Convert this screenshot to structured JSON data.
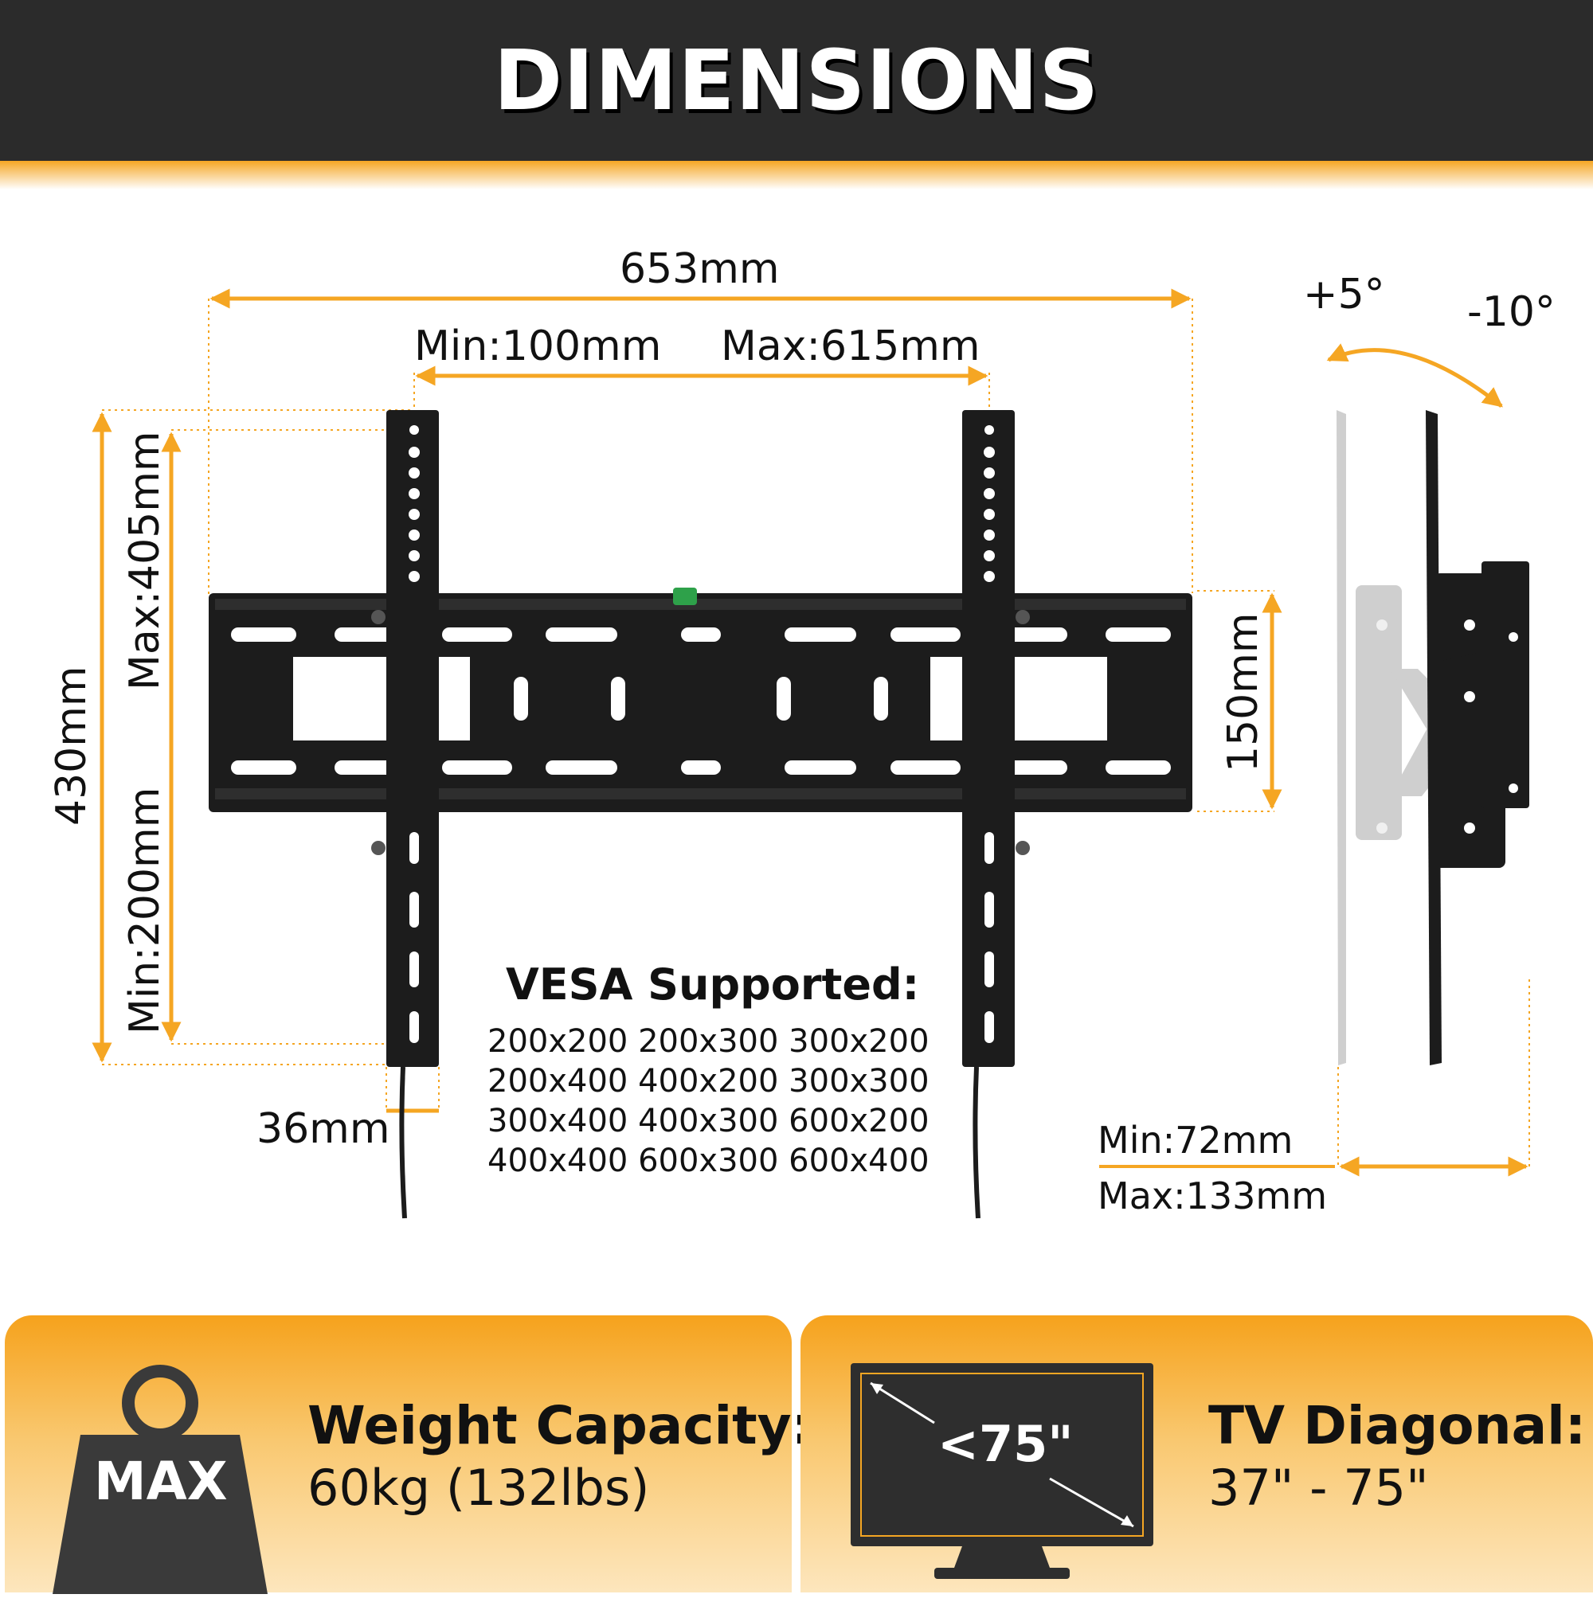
{
  "header": {
    "title": "DIMENSIONS"
  },
  "dimensions": {
    "overall_width": "653mm",
    "spacing_min": "Min:100mm",
    "spacing_max": "Max:615mm",
    "overall_height": "430mm",
    "vertical_max": "Max:405mm",
    "vertical_min": "Min:200mm",
    "plate_height": "150mm",
    "arm_width": "36mm",
    "tilt_up": "+5°",
    "tilt_down": "-10°",
    "depth_min": "Min:72mm",
    "depth_max": "Max:133mm"
  },
  "vesa": {
    "title": "VESA Supported:",
    "rows": [
      "200x200 200x300 300x200",
      "200x400 400x200 300x300",
      "300x400 400x300 600x200",
      "400x400 600x300 600x400"
    ]
  },
  "weight_panel": {
    "badge": "MAX",
    "title": "Weight Capacity:",
    "value": "60kg (132lbs)"
  },
  "tv_panel": {
    "screen_label": "<75\"",
    "title": "TV Diagonal:",
    "value": "37\" - 75\""
  },
  "colors": {
    "accent": "#f5a623",
    "header_bg": "#2b2b2b",
    "metal": "#1c1c1c"
  }
}
